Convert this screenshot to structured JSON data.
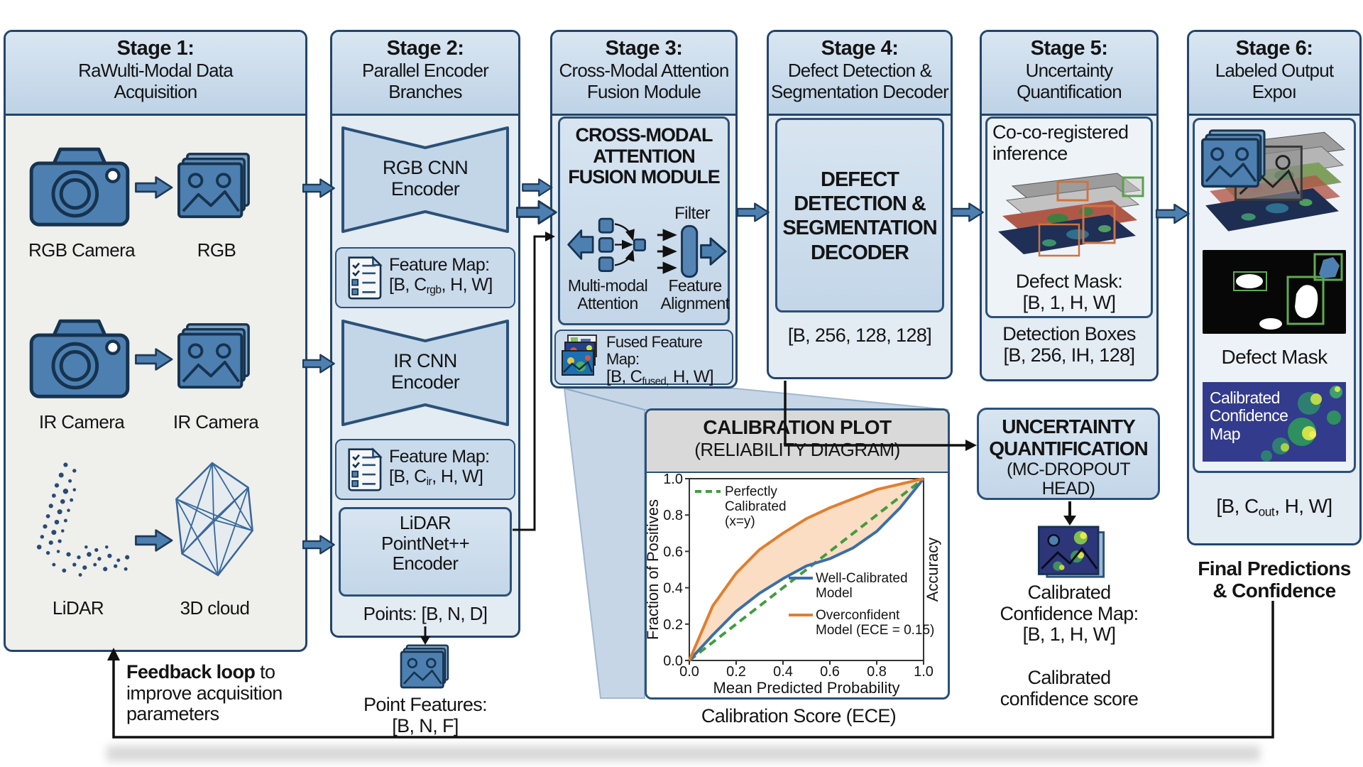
{
  "headers": {
    "s1a": "Stage 1:",
    "s1b": "RaWulti-Modal Data",
    "s1c": "Acquisition",
    "s2a": "Stage 2:",
    "s2b": "Parallel Encoder",
    "s2c": "Branches",
    "s3a": "Stage 3:",
    "s3b": "Cross-Modal Attention",
    "s3c": "Fusion Module",
    "s4a": "Stage 4:",
    "s4b": "Defect Detection &",
    "s4c": "Segmentation Decoder",
    "s5a": "Stage 5:",
    "s5b": "Uncertainty",
    "s5c": "Quantification",
    "s6a": "Stage 6:",
    "s6b": "Labeled Output",
    "s6c": "Expoı"
  },
  "stage1": {
    "row1_left": "RGB Camera",
    "row1_right": "RGB",
    "row2_left": "IR Camera",
    "row2_right": "IR Camera",
    "row3_left": "LiDAR",
    "row3_right": "3D cloud",
    "feedback_bold": "Feedback loop",
    "feedback_rest": " to",
    "feedback_line2": "improve acquisition",
    "feedback_line3": "parameters"
  },
  "stage2": {
    "enc_rgb1": "RGB CNN",
    "enc_rgb2": "Encoder",
    "fm1_label": "Feature Map:",
    "fm1_pre": "[B, C",
    "fm1_sub": "rgb",
    "fm1_post": ", H, W]",
    "enc_ir1": "IR CNN",
    "enc_ir2": "Encoder",
    "fm2_label": "Feature Map:",
    "fm2_pre": "[B, C",
    "fm2_sub": "ir",
    "fm2_post": ", H, W]",
    "enc_lidar1": "LiDAR",
    "enc_lidar2": "PointNet++",
    "enc_lidar3": "Encoder",
    "points": "Points: [B, N, D]",
    "point_features1": "Point Features:",
    "point_features2": "[B, N, F]"
  },
  "stage3": {
    "m1": "CROSS-MODAL",
    "m2": "ATTENTION",
    "m3": "FUSION MODULE",
    "filter": "Filter",
    "lab1a": "Multi-modal",
    "lab1b": "Attention",
    "lab2a": "Feature",
    "lab2b": "Alignment",
    "fused_label": "Fused Feature Map:",
    "fused_pre": "[B, C",
    "fused_sub": "fused,",
    "fused_post": " H, W]"
  },
  "stage4": {
    "d1": "DEFECT",
    "d2": "DETECTION &",
    "d3": "SEGMENTATION",
    "d4": "DECODER",
    "shape": "[B, 256, 128, 128]"
  },
  "stage5": {
    "cc1": "Co-co-registered",
    "cc2": "inference",
    "dm1": "Defect Mask:",
    "dm2": "[B, 1, H, W]",
    "db1": "Detection Boxes",
    "db2": "[B, 256, IH, 128]",
    "uq1": "UNCERTAINTY",
    "uq2": "QUANTIFICATION",
    "uq3": "(MC-DROPOUT HEAD)",
    "ccm1": "Calibrated",
    "ccm2": "Confidence Map:",
    "ccm3": "[B, 1, H, W]",
    "cs1": "Calibrated",
    "cs2": "confidence score"
  },
  "stage6": {
    "mask_label": "Defect Mask",
    "map1": "Calibrated",
    "map2": "Confidence",
    "map3": "Map",
    "shape_pre": "[B, C",
    "shape_sub": "out",
    "shape_post": ", H, W]",
    "final1": "Final Predictions",
    "final2": "& Confidence"
  },
  "colors": {
    "accent_blue": "#4d80b0",
    "border_navy": "#23456b",
    "header_fill": "#c6d8e9",
    "well_calibrated": "#3a6fa8",
    "overconfident": "#e07f2e",
    "perfect": "#3f9e3f",
    "mask_green": "#63a94f",
    "heatmap_bg": "#333b8d"
  },
  "chart_data": {
    "type": "line",
    "title": "CALIBRATION PLOT",
    "subtitle": "(RELIABILITY DIAGRAM)",
    "caption": "Calibration Score (ECE)",
    "xlabel": "Mean Predicted Probability",
    "ylabel": "Fraction of Positives",
    "ylabel_right": "Accuracy",
    "xlim": [
      0.0,
      1.0
    ],
    "ylim": [
      0.0,
      1.0
    ],
    "xticks": [
      0.0,
      0.2,
      0.4,
      0.6,
      0.8,
      1.0
    ],
    "yticks": [
      0.0,
      0.2,
      0.4,
      0.6,
      0.8,
      1.0
    ],
    "grid": false,
    "legend_position": "inside: top-left and middle-right",
    "series": [
      {
        "name": "Perfectly Calibrated (x=y)",
        "legend_lines": [
          "Perfectly",
          "Calibrated",
          "(x=y)"
        ],
        "color": "#3f9e3f",
        "style": "dashed",
        "x": [
          0.0,
          1.0
        ],
        "y": [
          0.0,
          1.0
        ]
      },
      {
        "name": "Well-Calibrated Model",
        "legend_lines": [
          "Well-Calibrated",
          "Model"
        ],
        "color": "#3a6fa8",
        "style": "solid",
        "x": [
          0.0,
          0.1,
          0.2,
          0.3,
          0.4,
          0.5,
          0.6,
          0.7,
          0.8,
          0.9,
          1.0
        ],
        "y": [
          0.0,
          0.14,
          0.27,
          0.37,
          0.45,
          0.52,
          0.56,
          0.62,
          0.71,
          0.84,
          1.0
        ]
      },
      {
        "name": "Overconfident Model (ECE = 0.15)",
        "legend_lines": [
          "Overconfident",
          "Model (ECE = 0.15)"
        ],
        "color": "#e07f2e",
        "style": "solid",
        "ece": 0.15,
        "x": [
          0.0,
          0.1,
          0.2,
          0.3,
          0.4,
          0.5,
          0.6,
          0.7,
          0.8,
          0.9,
          1.0
        ],
        "y": [
          0.0,
          0.3,
          0.48,
          0.61,
          0.7,
          0.78,
          0.84,
          0.89,
          0.94,
          0.97,
          1.0
        ]
      }
    ],
    "shaded_region": {
      "between": [
        "Overconfident Model (ECE = 0.15)",
        "Well-Calibrated Model"
      ],
      "color": "rgba(244,180,120,0.45)"
    }
  }
}
